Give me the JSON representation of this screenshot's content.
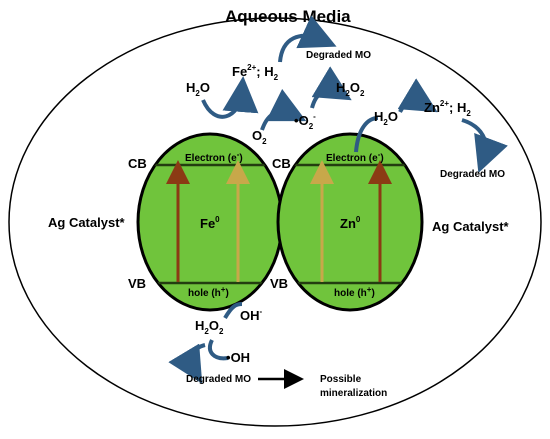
{
  "diagram": {
    "title": "Aqueous Media",
    "left_particle": {
      "label": "Fe",
      "label_sup": "0",
      "cb": "CB",
      "vb": "VB",
      "electron": "Electron (e",
      "electron_sup": "-",
      "electron_end": ")",
      "hole": "hole (h",
      "hole_sup": "+",
      "hole_end": ")"
    },
    "right_particle": {
      "label": "Zn",
      "label_sup": "0",
      "cb": "CB",
      "vb": "VB",
      "electron": "Electron (e",
      "electron_sup": "-",
      "electron_end": ")",
      "hole": "hole (h",
      "hole_sup": "+",
      "hole_end": ")"
    },
    "catalyst_left": "Ag Catalyst*",
    "catalyst_right": "Ag Catalyst*",
    "top_left": {
      "h2o": "H",
      "h2o_sub": "2",
      "h2o_end": "O",
      "ion": "Fe",
      "ion_sup": "2+",
      "ion_end": "; H",
      "ion_sub": "2",
      "degraded": "Degraded MO"
    },
    "top_mid": {
      "o2": "O",
      "o2_sub": "2",
      "radical_dot": "•",
      "radical": "O",
      "radical_sub": "2",
      "radical_sup": "-",
      "h2o2": "H",
      "h2o2_sub1": "2",
      "h2o2_mid": "O",
      "h2o2_sub2": "2"
    },
    "top_right": {
      "h2o": "H",
      "h2o_sub": "2",
      "h2o_end": "O",
      "ion": "Zn",
      "ion_sup": "2+",
      "ion_end": "; H",
      "ion_sub": "2",
      "degraded": "Degraded MO"
    },
    "bottom": {
      "h2o2": "H",
      "h2o2_sub1": "2",
      "h2o2_mid": "O",
      "h2o2_sub2": "2",
      "oh": "OH",
      "oh_sup": "-",
      "oh_radical_dot": "•",
      "oh_radical": "OH",
      "degraded": "Degraded MO",
      "possible": "Possible",
      "mineralization": "mineralization"
    },
    "colors": {
      "particle_fill": "#70c43c",
      "outline": "#000000",
      "arrow_dark": "#8b3a14",
      "arrow_light": "#c8a84a",
      "curve_arrow": "#2f5b84",
      "band_line": "#233d10"
    }
  }
}
